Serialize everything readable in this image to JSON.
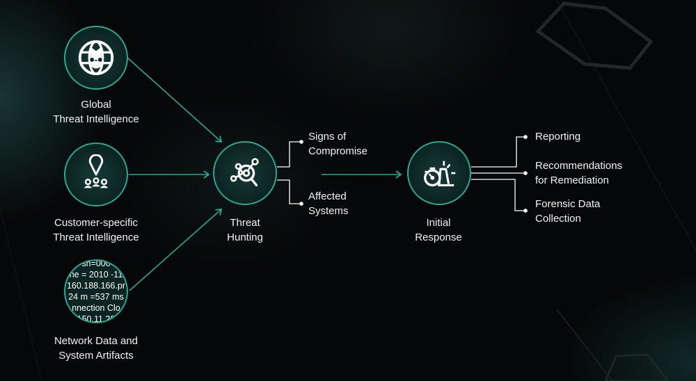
{
  "colors": {
    "background": "#050708",
    "accent": "#2aa890",
    "node_fill": "#0c2523",
    "text": "#f2f4f4",
    "connector": "#ffffff"
  },
  "inputs": [
    {
      "id": "global",
      "label_line1": "Global",
      "label_line2": "Threat Intelligence",
      "icon": "globe-bug-icon"
    },
    {
      "id": "customer",
      "label_line1": "Customer-specific",
      "label_line2": "Threat Intelligence",
      "icon": "location-pin-people-icon"
    },
    {
      "id": "network",
      "label_line1": "Network Data and",
      "label_line2": "System Artifacts",
      "icon": "log-data-icon",
      "log_lines": [
        "sn=000",
        "ne = 2010 -11",
        "160.188.166.pr",
        "24 m =537 ms",
        "nnection Clo",
        "150.11.28"
      ]
    }
  ],
  "hunting": {
    "label_line1": "Threat",
    "label_line2": "Hunting",
    "icon": "target-search-icon"
  },
  "hunting_outputs": [
    {
      "line1": "Signs of",
      "line2": "Compromise"
    },
    {
      "line1": "Affected",
      "line2": "Systems"
    }
  ],
  "response": {
    "label_line1": "Initial",
    "label_line2": "Response",
    "icon": "stopwatch-alarm-icon"
  },
  "response_outputs": [
    {
      "line1": "Reporting",
      "line2": ""
    },
    {
      "line1": "Recommendations",
      "line2": "for Remediation"
    },
    {
      "line1": "Forensic Data",
      "line2": "Collection"
    }
  ]
}
